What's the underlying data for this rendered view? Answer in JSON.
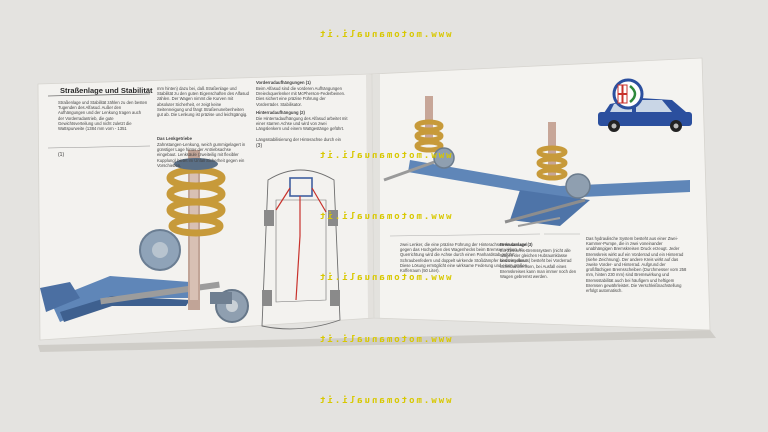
{
  "colors": {
    "background": "#e7e6e3",
    "page": "#f3f2ef",
    "car_blue": "#2b4f9e",
    "spring_gold": "#c79a3a",
    "frame_blue": "#5f86b8",
    "watermark": "#d8c800",
    "logo_red": "#c8322c",
    "logo_green": "#2f8a3c"
  },
  "left_page": {
    "title": "Straßenlage und Stabilität",
    "intro": "Straßenlage und Stabilität zählen zu den besten Tugenden des Alfasud. Außer den Aufhängungen und der Lenkung tragen auch der Vorderradantrieb, die gute Gewichtsverteilung und nicht zuletzt die Wattspurweite (1384 mm vorn - 1351",
    "col2": "mm hinten) dazu bei, daß Straßenlage und Stabilität zu den guten Eigenschaften des Alfasud zählen. Der Wagen nimmt die Kurven mit absoluter Sicherheit, er zeigt keine Seitenneigung und fängt Straßenunebenheiten gut ab. Die Lenkung ist präzise und leichtgängig.",
    "steering_heading": "Das Lenkgetriebe",
    "steering_text": "Zahnstangen-Lenkung, weich gummigelagert in günstiger Lage hinter der Antriebsachse eingebaut. Lenksäule (zweiteilig mit flexibler Kupplung) bietet im Unfall Sicherheit gegen ein Vorschieben.",
    "front_heading": "Vorderradaufhängungen (1)",
    "front_text": "Beim Alfasud sind die vorderen Aufhängungen Dreieckquerlenker mit McPherson-Federbeinen. Dies sichert eine präzise Führung der Vorderräder. Stabilisator.",
    "rear_heading": "Hinterradaufhängung (2)",
    "rear_text": "Die Hinterradaufhängung des Alfasud arbeitet mit einer starren Achse und wird von zwei Längslenkern und einem Wattgestänge geführt.",
    "rear_caption": "Längsstabilisierung der Hinterachse durch ein",
    "fig1": "(1)",
    "fig3": "(3)"
  },
  "right_page": {
    "caption_left": "zwei Lenker, die eine präzise Führung der Hinterachse erlauben und gegen das Hochgehen des Wagenhecks beim Bremsen wirken. In Querrichtung wird die Achse durch einen Panhardstab geführt. Schraubenfedern und doppelt wirkende Stoßdämpfer sind eingebaut. Diese Lösung ermöglicht eine wirksame Federung und einen großen Kofferraum (50 Liter).",
    "brakes_heading": "Bremsanlage (3)",
    "brakes_text": "Ein Zweikreis-Bremssystem (nicht alle Wagen der gleichen Hubraumklasse besitzen dieses) besteht bei Vorderrad Scheibenbremsen, bei Ausfall eines Bremskreises kann man immer noch den Wagen gebremst werden.",
    "hydraulic_text": "Das hydraulische System besteht aus einer Zwei-Kammer-Pumpe, die in zwei voneinander unabhängigen Bremskreisen Druck erzeugt. Jeder Bremskreis wirkt auf ein Vorderrad und ein Hinterrad (siehe Zeichnung). Der andere Kreis wirkt auf das zweite Vorder- und Hinterrad. Aufgrund der großflächigen Bremsscheiben (Durchmesser vorn 258 mm, hinten 230 mm) sind Bremswirkung und Bremsstabilität auch bei häufigem und heftigem Bremsen gewährleistet. Die Verschleißnachstellung erfolgt automatisch."
  },
  "watermarks": {
    "text": "www.motomanuali.it"
  }
}
